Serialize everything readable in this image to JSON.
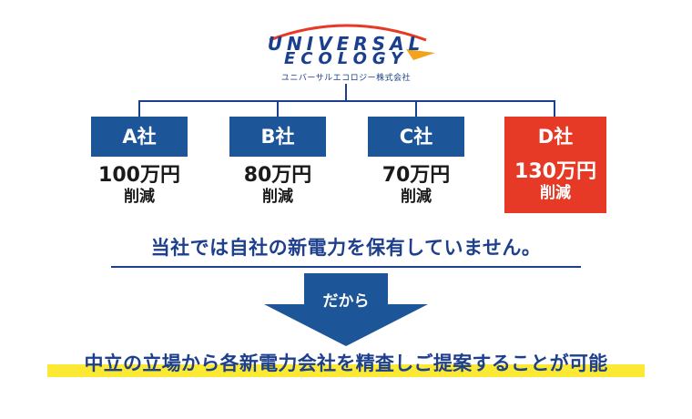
{
  "logo": {
    "word1": "UNIVERSAL",
    "word2": "ECOLOGY",
    "subtitle": "ユニバーサルエコロジー株式会社"
  },
  "companies": [
    {
      "name": "A社",
      "amount": "100万円",
      "label": "削減",
      "highlight": false
    },
    {
      "name": "B社",
      "amount": "80万円",
      "label": "削減",
      "highlight": false
    },
    {
      "name": "C社",
      "amount": "70万円",
      "label": "削減",
      "highlight": false
    },
    {
      "name": "D社",
      "amount": "130万円",
      "label": "削減",
      "highlight": true
    }
  ],
  "statement": "当社では自社の新電力を保有していません。",
  "arrow_label": "だから",
  "conclusion": "中立の立場から各新電力会社を精査しご提案することが可能",
  "colors": {
    "navy": "#1d3f8c",
    "box_blue": "#1d5599",
    "highlight_red": "#e63a27",
    "marker_yellow": "#fbe934",
    "logo_arc_red": "#e63a27"
  }
}
